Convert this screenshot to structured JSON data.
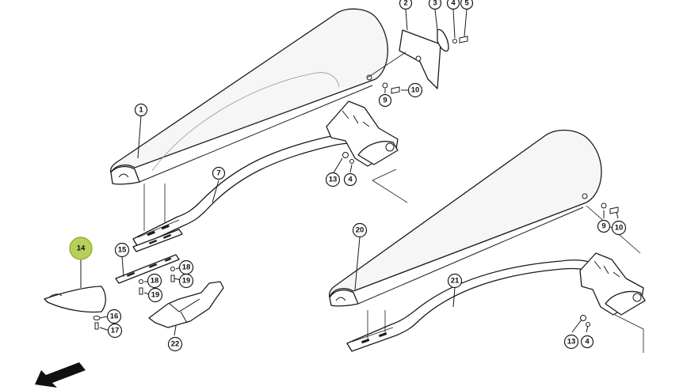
{
  "diagram": {
    "highlight_color": "#b7cf5b",
    "highlighted_callout": "14",
    "callouts": [
      {
        "id": "c1",
        "label": "1"
      },
      {
        "id": "c2",
        "label": "2"
      },
      {
        "id": "c3",
        "label": "3"
      },
      {
        "id": "c4a",
        "label": "4"
      },
      {
        "id": "c5",
        "label": "5"
      },
      {
        "id": "c9a",
        "label": "9"
      },
      {
        "id": "c10a",
        "label": "10"
      },
      {
        "id": "c7",
        "label": "7"
      },
      {
        "id": "c13a",
        "label": "13"
      },
      {
        "id": "c4b",
        "label": "4"
      },
      {
        "id": "c14",
        "label": "14"
      },
      {
        "id": "c15",
        "label": "15"
      },
      {
        "id": "c18a",
        "label": "18"
      },
      {
        "id": "c19a",
        "label": "19"
      },
      {
        "id": "c18b",
        "label": "18"
      },
      {
        "id": "c19b",
        "label": "19"
      },
      {
        "id": "c16",
        "label": "16"
      },
      {
        "id": "c17",
        "label": "17"
      },
      {
        "id": "c22",
        "label": "22"
      },
      {
        "id": "c20",
        "label": "20"
      },
      {
        "id": "c21",
        "label": "21"
      },
      {
        "id": "c9b",
        "label": "9"
      },
      {
        "id": "c10b",
        "label": "10"
      },
      {
        "id": "c13b",
        "label": "13"
      },
      {
        "id": "c4c",
        "label": "4"
      }
    ],
    "direction_arrow": "arrow-left-down-icon"
  }
}
